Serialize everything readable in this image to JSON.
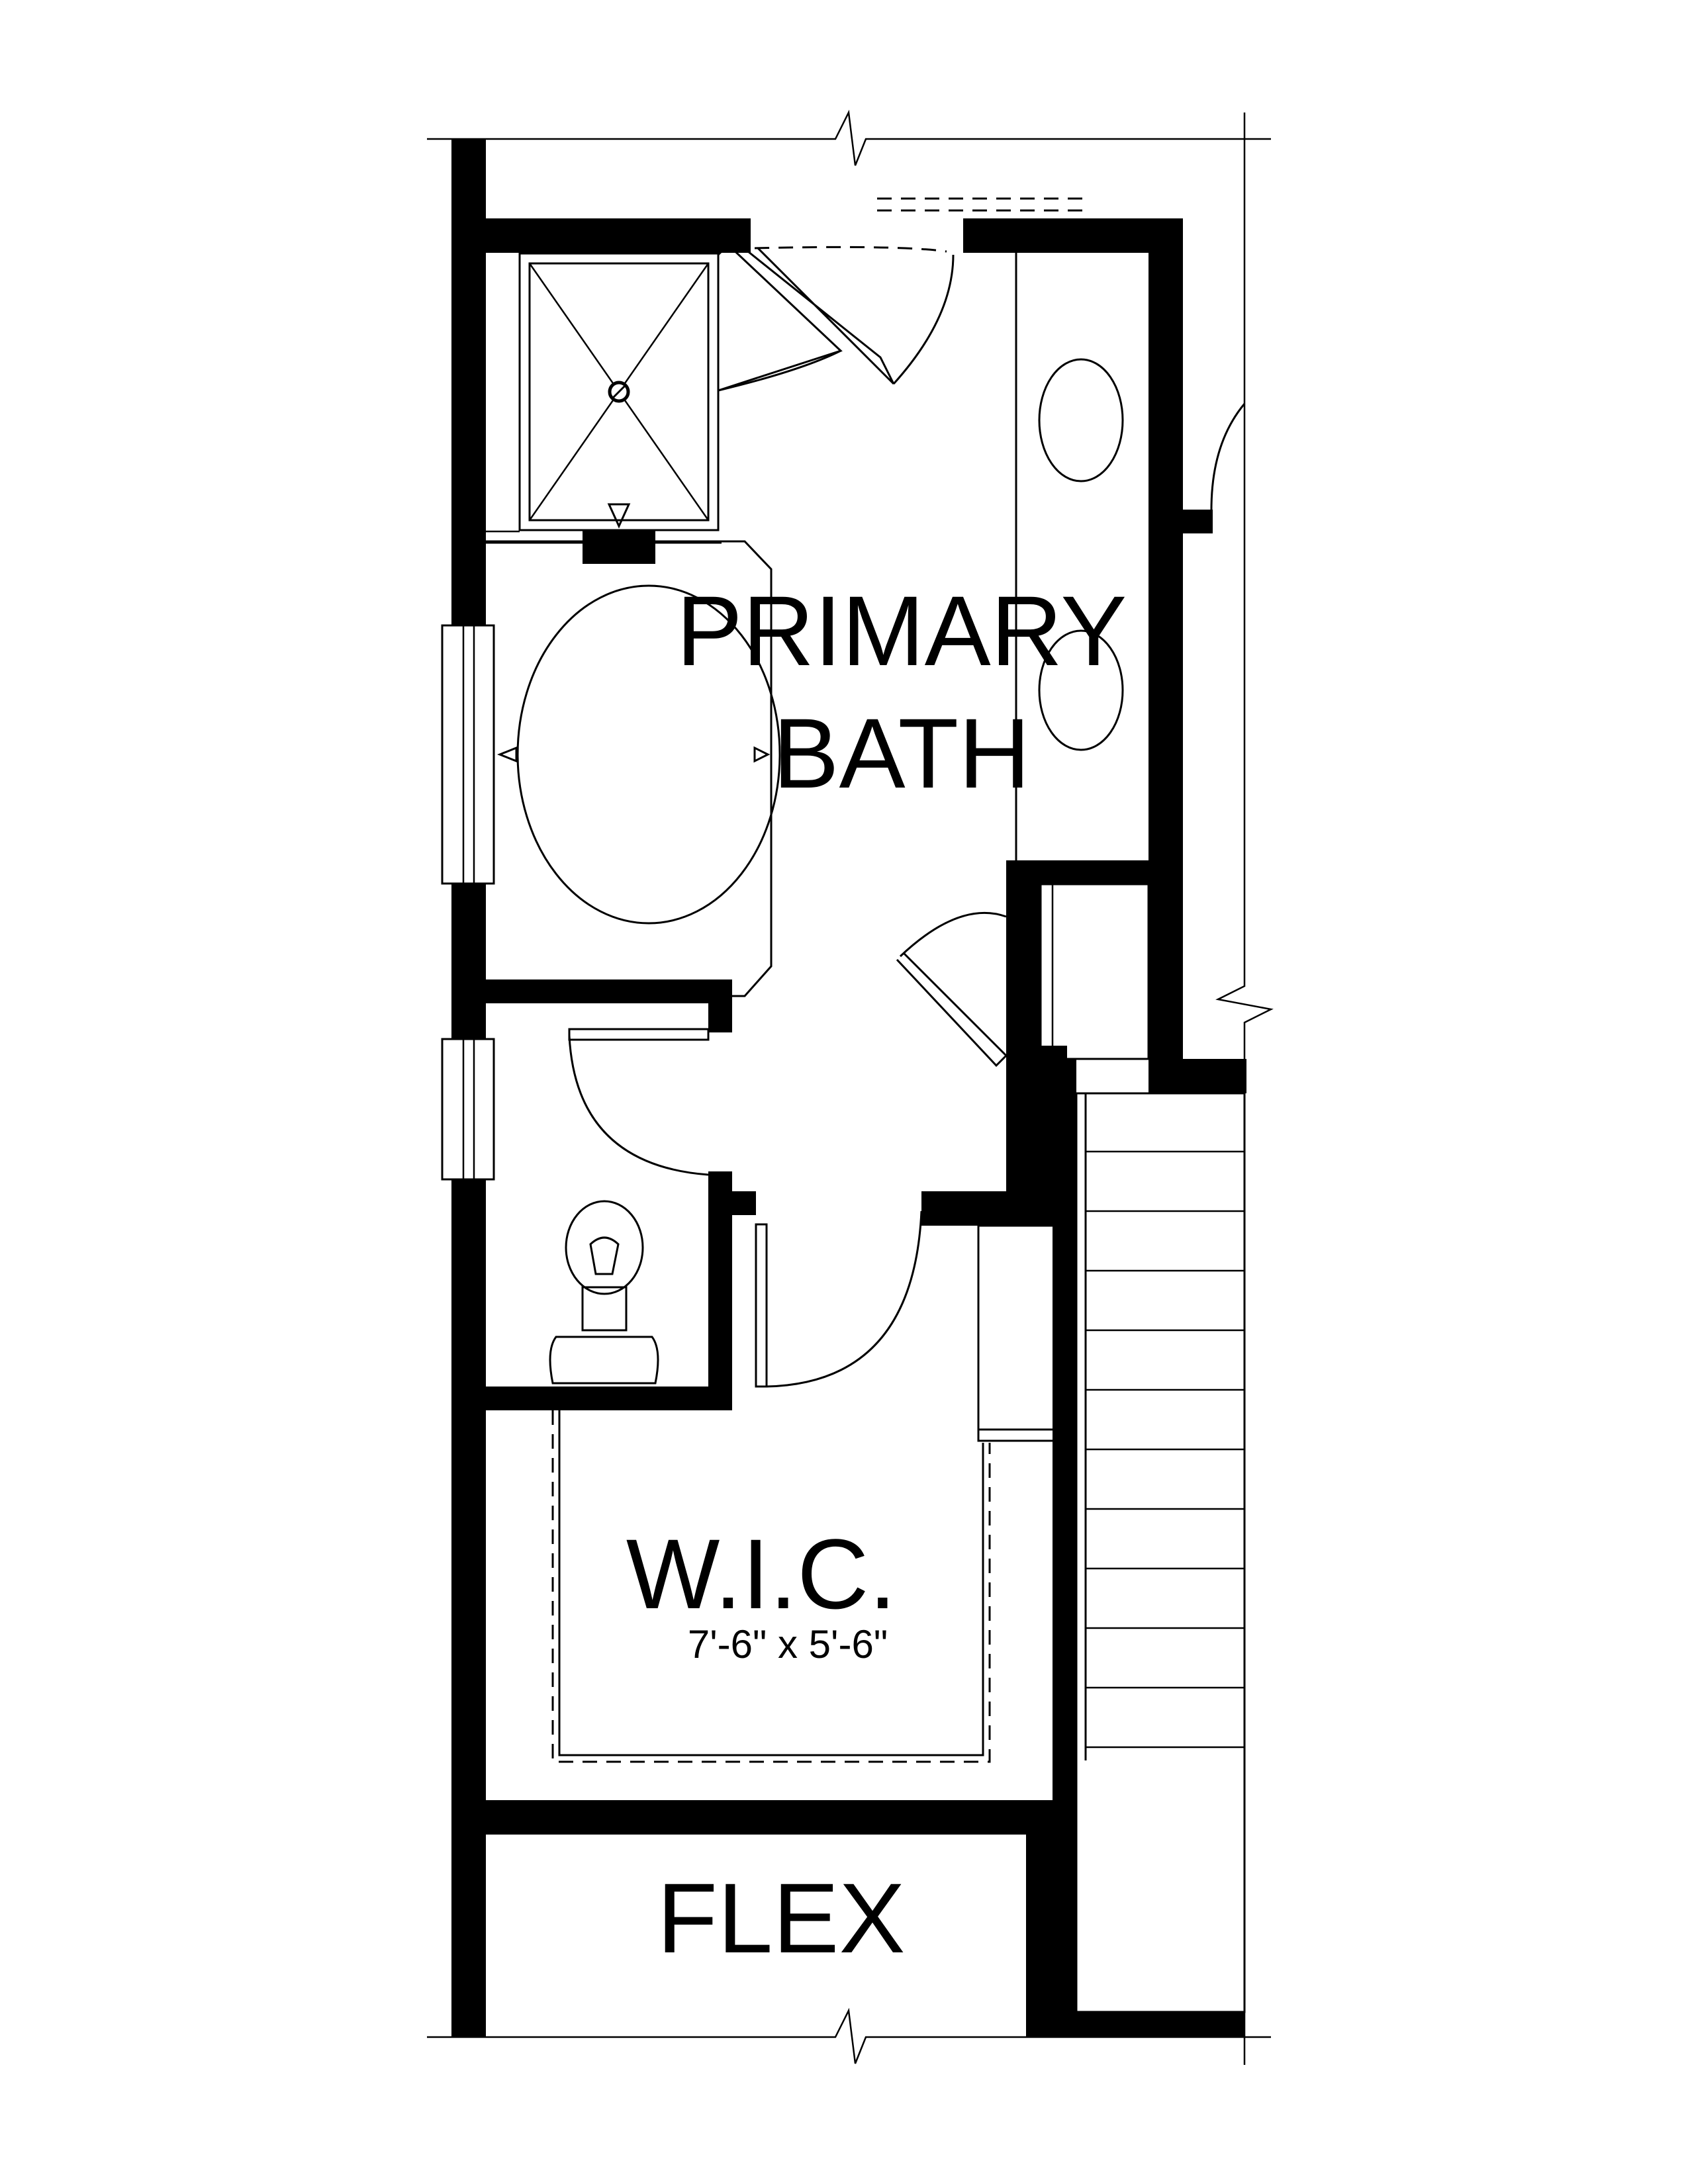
{
  "rooms": {
    "primary_bath": {
      "line1": "PRIMARY",
      "line2": "BATH"
    },
    "wic": {
      "name": "W.I.C.",
      "dimensions": "7'-6\" x 5'-6\""
    },
    "flex": {
      "name": "FLEX"
    }
  },
  "colors": {
    "wall": "#000000",
    "background": "#ffffff"
  }
}
